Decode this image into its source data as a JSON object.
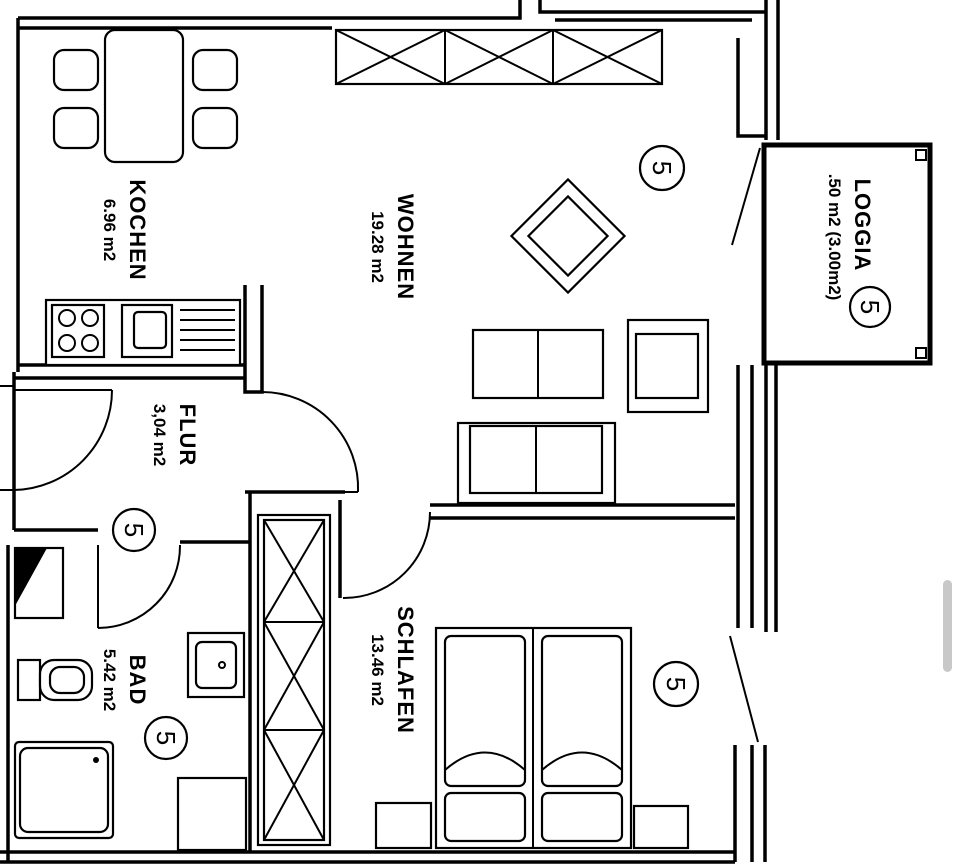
{
  "rooms": {
    "kochen": {
      "name": "KOCHEN",
      "area": "6.96 m2"
    },
    "wohnen": {
      "name": "WOHNEN",
      "area": "19.28 m2"
    },
    "loggia": {
      "name": "LOGGIA",
      "area": ".50 m2 (3.00m2)"
    },
    "flur": {
      "name": "FLUR",
      "area": "3,04 m2"
    },
    "bad": {
      "name": "BAD",
      "area": "5.42 m2"
    },
    "schlafen": {
      "name": "SCHLAFEN",
      "area": "13.46 m2"
    }
  },
  "markers": {
    "wohnen": "5",
    "loggia": "5",
    "flur": "5",
    "bad": "5",
    "schlafen": "5"
  },
  "colors": {
    "line": "#000000",
    "background": "#ffffff",
    "scrollbar": "#c8c8c8"
  }
}
